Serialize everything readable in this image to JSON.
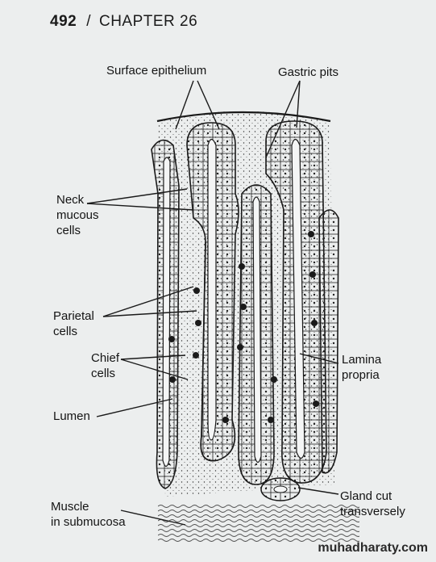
{
  "header": {
    "page_number": "492",
    "separator": "/",
    "chapter": "CHAPTER 26"
  },
  "labels": {
    "surface_epithelium": "Surface epithelium",
    "gastric_pits": "Gastric pits",
    "neck_mucous_cells_1": "Neck",
    "neck_mucous_cells_2": "mucous",
    "neck_mucous_cells_3": "cells",
    "parietal_cells_1": "Parietal",
    "parietal_cells_2": "cells",
    "chief_cells_1": "Chief",
    "chief_cells_2": "cells",
    "lamina_propria_1": "Lamina",
    "lamina_propria_2": "propria",
    "lumen": "Lumen",
    "gland_cut_1": "Gland cut",
    "gland_cut_2": "transversely",
    "muscle_1": "Muscle",
    "muscle_2": "in submucosa"
  },
  "watermark": "muhadharaty.com",
  "colors": {
    "ink": "#1a1a1a",
    "paper": "#eceeee"
  }
}
